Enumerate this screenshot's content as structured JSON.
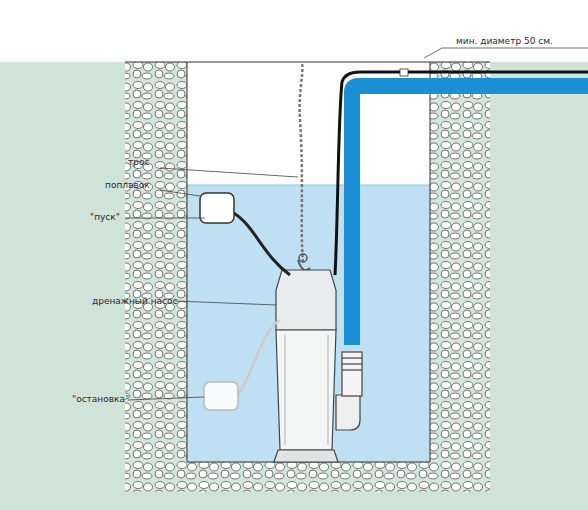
{
  "diagram": {
    "labels": [
      "мин. диаметр 50 см.",
      "трос",
      "поплавок",
      "\"пуск\"",
      "дренажный насос",
      "\"остановка\""
    ]
  }
}
